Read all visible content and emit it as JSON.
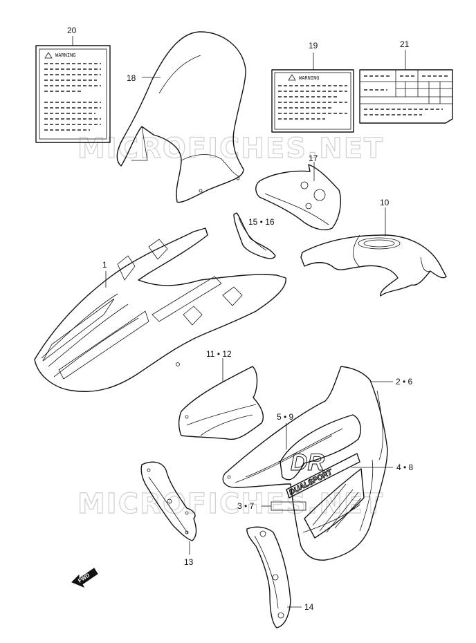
{
  "watermark": "MICROFICHES.NET",
  "labels": {
    "p1": "1",
    "p2_6": "2 • 6",
    "p3_7": "3 • 7",
    "p4_8": "4 • 8",
    "p5_9": "5 • 9",
    "p10": "10",
    "p11_12": "11 • 12",
    "p13": "13",
    "p14": "14",
    "p15_16": "15 • 16",
    "p17": "17",
    "p18": "18",
    "p19": "19",
    "p20": "20",
    "p21": "21"
  },
  "warning_text": "WARNING",
  "fwd_text": "FWD",
  "decal_text": {
    "logo": "DR",
    "side": "DUALSPORT"
  },
  "colors": {
    "line": "#111111",
    "watermark": "#cfcfcf"
  }
}
